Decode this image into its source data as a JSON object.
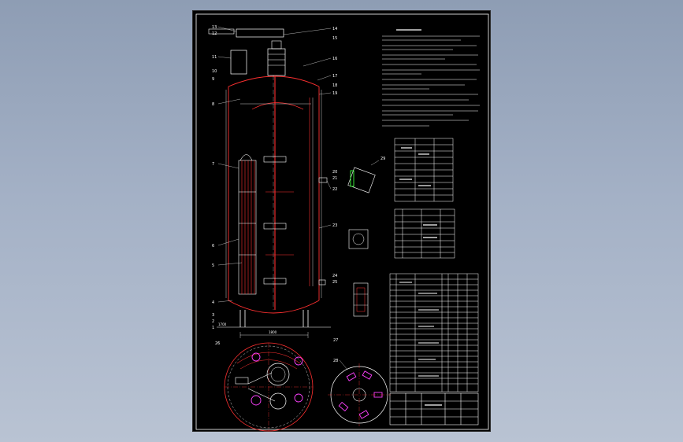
{
  "drawing": {
    "part_numbers_left": [
      "13",
      "12",
      "11",
      "10",
      "9",
      "8",
      "7",
      "6",
      "5",
      "4",
      "3",
      "2",
      "1"
    ],
    "part_numbers_right": [
      "14",
      "15",
      "16",
      "17",
      "18",
      "19",
      "20",
      "21",
      "22",
      "23",
      "24",
      "25"
    ],
    "plan_view_label": "26",
    "plan_view_right_label": "27",
    "plan_view_right_label_2": "28",
    "detail_label": "29",
    "dimension_1": "1800",
    "dimension_2": "1700"
  },
  "colors": {
    "paper": "#000000",
    "line": "#ffffff",
    "vessel": "#ff3030",
    "accent": "#ff40ff",
    "yellow": "#ffff40",
    "green": "#40ff40",
    "cyan": "#40ffff"
  }
}
